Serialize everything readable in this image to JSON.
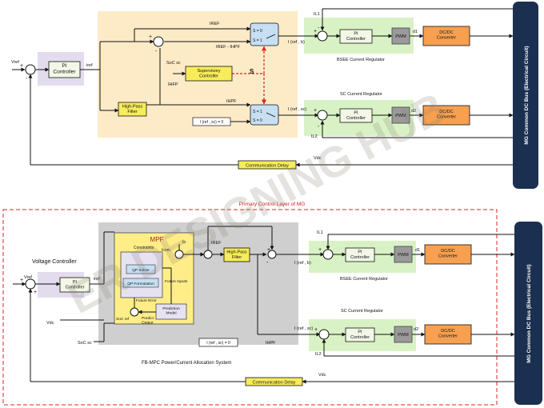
{
  "colors": {
    "orange_zone": "#fdebc8",
    "green_zone": "#d9f2c5",
    "purple_zone": "#e3dcef",
    "gray_zone": "#cfcfcf",
    "pi_block": "#f2f7e6",
    "converter": "#f7a04f",
    "yellow_block": "#f7ec5a",
    "mpf_block": "#ffee88",
    "bus": "#1b3050",
    "pwm": "#9a9a9a",
    "red_dashed": "#e02020",
    "switch": "#c6dff2"
  },
  "top": {
    "vref": "Vref",
    "iref": "iref",
    "pi": "PI\nController",
    "hpf": "High-Pass\nFilter",
    "iref_top": "IREF",
    "iref_ihpf": "IREF - IHPF",
    "soc": "SoC sc",
    "ihfp": "IHFP",
    "ihpf": "IHPF",
    "supervisory": "Supervisory\nController",
    "s_label": "S",
    "sw1_s0": "S = 0",
    "sw1_s1": "S = 1",
    "sw2_s1": "S = 1",
    "sw2_s0": "S = 0",
    "i_ref_b": "I (ref , b)",
    "i_ref_sc": "I (ref , sc)",
    "i_ref_sc_zero": "I (ref , sc) = 0",
    "il1": "IL1",
    "il2": "IL2",
    "d1": "d1",
    "d2": "d2",
    "pwm": "PWM",
    "converter": "DC/DC\nConverter",
    "bsee_caption": "BSEE Current Regulator",
    "sc_caption": "SC Current Regulator",
    "comm_delay": "Communication Delay",
    "vdc": "Vdc",
    "bus": "MG Common DC Bus (Electrical Circuit)"
  },
  "divider_label": "Primary Control Layer of MG",
  "bottom": {
    "voltage_controller": "Voltage Controller",
    "vref": "Vref",
    "iref": "iref",
    "pi": "PI\nController",
    "vdc_left": "Vdc",
    "mpf": "MPF",
    "constraints": "Constraints",
    "qp_solver": "QP Solver",
    "qp_formulation": "QP Formulation",
    "future_error": "Future Error",
    "future_inputs": "Future Inputs",
    "prediction_model": "Prediction\nModel",
    "soc_ref": "SoC ref",
    "predict_output": "Predict\nOutput",
    "icom": "Icom",
    "in": "In",
    "soc_sc": "SoC sc",
    "iref_mid": "IREF",
    "hpf": "High-Pass\nFilter",
    "i_ref_b": "I (ref , b)",
    "i_ref_sc": "I (ref , sc)",
    "i_ref_sc_zero": "I (ref , sc) = 0",
    "ihpf": "IHPF",
    "fb_caption": "FB-MPC Power/Current Allocation System",
    "il1": "IL1",
    "il2": "IL2",
    "d1": "d1",
    "d2": "d2",
    "pwm": "PWM",
    "converter": "DC/DC\nConverter",
    "bsee_caption": "BSEE Current Regulator",
    "sc_caption": "SC Current Regulator",
    "comm_delay": "Communication Delay",
    "vdc": "Vdc",
    "bus": "MG Common DC Bus (Electrical Circuit)"
  },
  "watermark": "ER DESIGNING HUB"
}
